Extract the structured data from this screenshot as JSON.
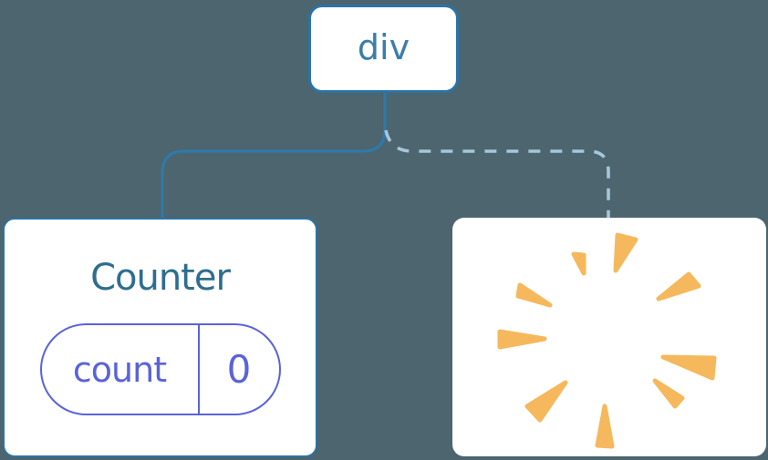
{
  "colors": {
    "background": "#4C656E",
    "box_bg": "#FFFFFF",
    "node_border": "#2B73A6",
    "div_text": "#3A7DAB",
    "counter_title": "#2D6E8E",
    "state_accent": "#5A63D8",
    "edge_solid": "#2F79A8",
    "edge_dashed": "#A6C6DB",
    "poof": "#F6B85C"
  },
  "tree": {
    "root": {
      "label": "div"
    },
    "children": [
      {
        "id": "counter",
        "title": "Counter",
        "state": {
          "key": "count",
          "value": "0"
        }
      },
      {
        "id": "destroyed",
        "icon": "poof-starburst-icon"
      }
    ],
    "edges": [
      {
        "from": "div",
        "to": "counter",
        "style": "solid"
      },
      {
        "from": "div",
        "to": "destroyed",
        "style": "dashed"
      }
    ]
  }
}
